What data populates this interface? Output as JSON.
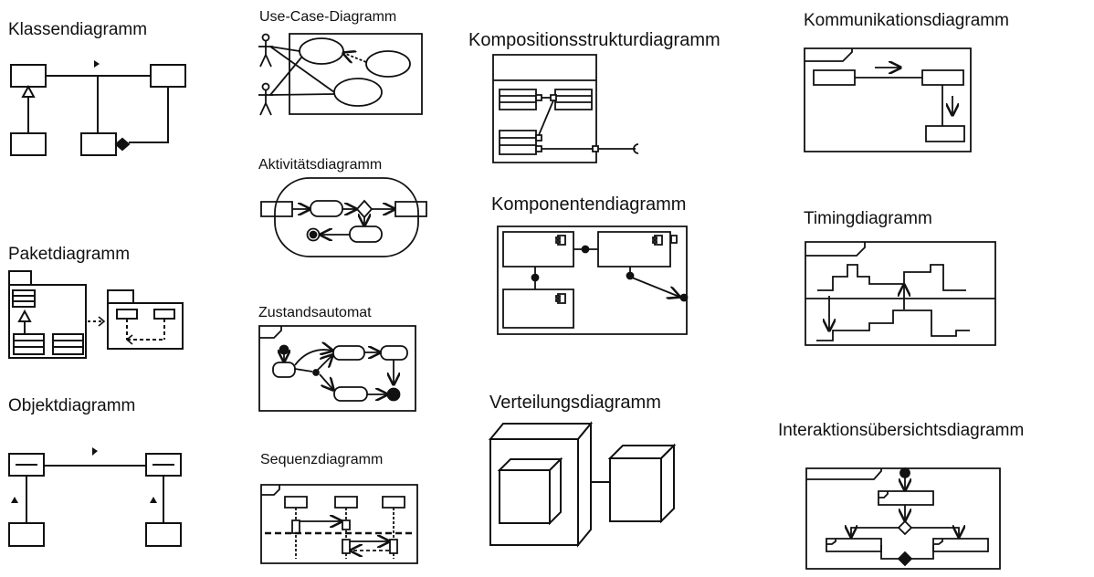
{
  "titles": {
    "klassendiagramm": "Klassendiagramm",
    "paketdiagramm": "Paketdiagramm",
    "objektdiagramm": "Objektdiagramm",
    "use_case": "Use-Case-Diagramm",
    "aktivitaet": "Aktivitätsdiagramm",
    "zustand": "Zustandsautomat",
    "sequenz": "Sequenzdiagramm",
    "komposition": "Kompositionsstrukturdiagramm",
    "komponenten": "Komponentendiagramm",
    "verteilung": "Verteilungsdiagramm",
    "kommunikation": "Kommunikationsdiagramm",
    "timing": "Timingdiagramm",
    "interaktion": "Interaktionsübersichtsdiagramm"
  }
}
